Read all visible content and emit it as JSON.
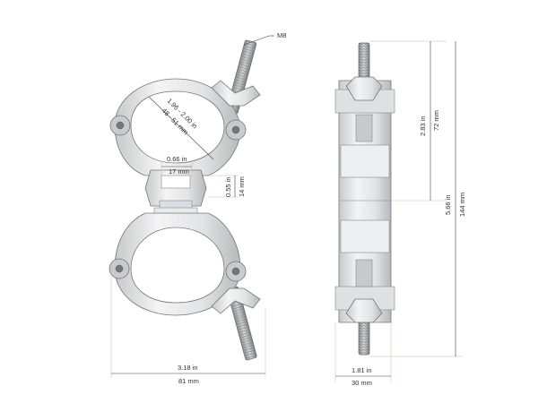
{
  "labels": {
    "bolt": "M8",
    "tube_range_in": "1.96 - 2.00 in",
    "tube_range_mm": "48 - 51 mm",
    "gap_width_in": "0.66 in",
    "gap_width_mm": "17 mm",
    "gap_height_in": "0.55 in",
    "gap_height_mm": "14 mm",
    "overall_width_in": "3.18 in",
    "overall_width_mm": "81 mm",
    "side_depth_in": "1.81 in",
    "side_depth_mm": "30 mm",
    "half_height_in": "2.83 in",
    "half_height_mm": "72 mm",
    "total_height_in": "5.66 in",
    "total_height_mm": "144 mm"
  },
  "colors": {
    "metal_light": "#f2f2f3",
    "metal_mid": "#d9dadc",
    "metal_dark": "#a9abaf",
    "extension_line": "#d8b98a",
    "dimension_line": "#444444"
  }
}
